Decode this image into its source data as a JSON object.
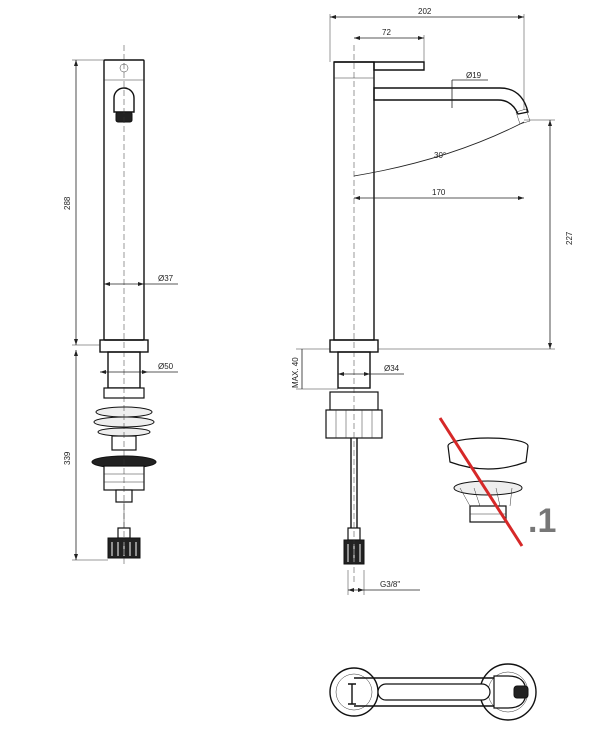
{
  "dimensions": {
    "overall_reach": "202",
    "lever_length": "72",
    "spout_diameter": "Ø19",
    "lever_angle": "30°",
    "spout_projection": "170",
    "spout_height": "227",
    "total_height_front": "288",
    "body_diameter": "Ø37",
    "base_diameter": "Ø50",
    "below_deck_height": "339",
    "max_deck_thickness": "MAX. 40",
    "shank_diameter": "Ø34",
    "inlet_thread": "G3/8\""
  },
  "note_label": ".1",
  "colors": {
    "line": "#222222",
    "cross_out": "#d62828",
    "note_text": "#777777"
  }
}
